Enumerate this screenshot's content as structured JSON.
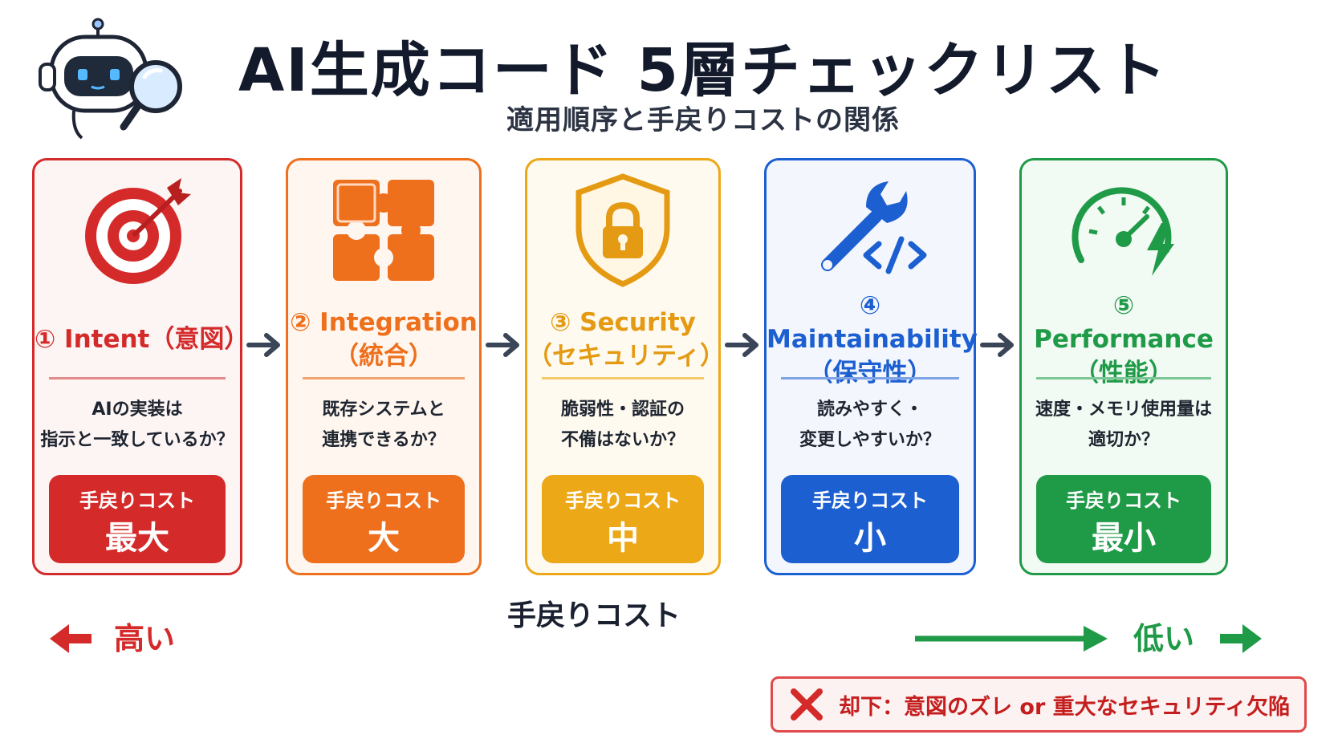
{
  "header": {
    "title": "AI生成コード 5層チェックリスト",
    "subtitle": "適用順序と手戻りコストの関係"
  },
  "colors": {
    "red": "#d42a2a",
    "orange": "#ee6f1c",
    "yellow": "#eca817",
    "blue": "#1c5fd1",
    "green": "#1f9a47",
    "arrow_gray": "#3a4558"
  },
  "cards": [
    {
      "name": "① Intent（意図）",
      "name2": "",
      "question1": "AIの実装は",
      "question2": "指示と一致しているか？",
      "cost_label": "手戻りコスト",
      "cost_value": "最大",
      "icon": "target-icon"
    },
    {
      "name": "② Integration",
      "name2": "（統合）",
      "question1": "既存システムと",
      "question2": "連携できるか？",
      "cost_label": "手戻りコスト",
      "cost_value": "大",
      "icon": "puzzle-icon"
    },
    {
      "name": "③ Security",
      "name2": "（セキュリティ）",
      "question1": "脆弱性・認証の",
      "question2": "不備はないか？",
      "cost_label": "手戻りコスト",
      "cost_value": "中",
      "icon": "shield-lock-icon"
    },
    {
      "name": "④ Maintainability",
      "name2": "（保守性）",
      "question1": "読みやすく・",
      "question2": "変更しやすいか？",
      "cost_label": "手戻りコスト",
      "cost_value": "小",
      "icon": "wrench-code-icon"
    },
    {
      "name": "⑤ Performance",
      "name2": "（性能）",
      "question1": "速度・メモリ使用量は",
      "question2": "適切か？",
      "cost_label": "手戻りコスト",
      "cost_value": "最小",
      "icon": "speedometer-icon"
    }
  ],
  "scale": {
    "label": "手戻りコスト",
    "high": "高い",
    "low": "低い"
  },
  "reject": {
    "text": "却下：意図のズレ or 重大なセキュリティ欠陥"
  }
}
